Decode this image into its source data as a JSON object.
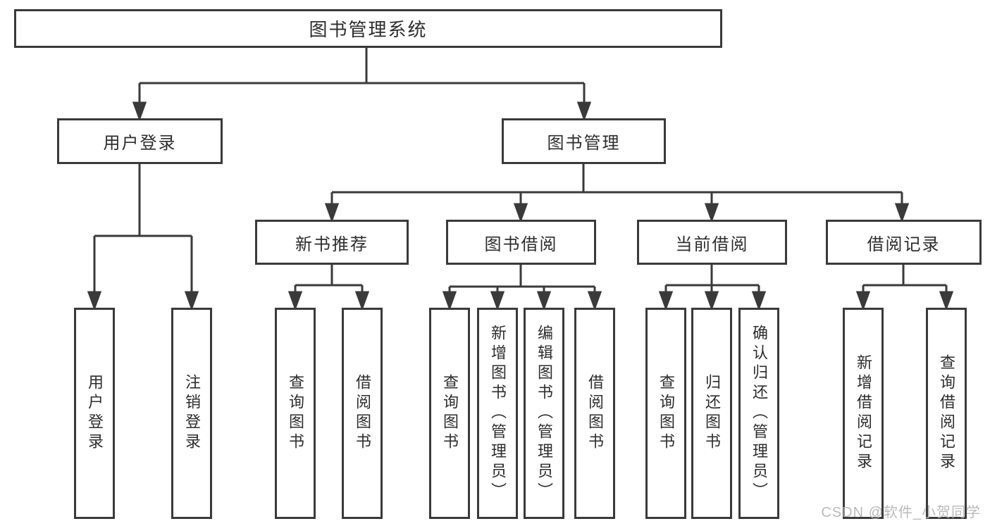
{
  "diagram": {
    "type": "hierarchy-tree",
    "line_color": "#3a3a3a",
    "text_color": "#2d2d2d",
    "box_fill": "#ffffff"
  },
  "tree": {
    "root": {
      "label": "图书管理系统",
      "children": [
        {
          "label": "用户登录",
          "children": [
            {
              "label": "用户登录"
            },
            {
              "label": "注销登录"
            }
          ]
        },
        {
          "label": "图书管理",
          "children": [
            {
              "label": "新书推荐",
              "children": [
                {
                  "label": "查询图书"
                },
                {
                  "label": "借阅图书"
                }
              ]
            },
            {
              "label": "图书借阅",
              "children": [
                {
                  "label": "查询图书"
                },
                {
                  "label": "新增图书（管理员）"
                },
                {
                  "label": "编辑图书（管理员）"
                },
                {
                  "label": "借阅图书"
                }
              ]
            },
            {
              "label": "当前借阅",
              "children": [
                {
                  "label": "查询图书"
                },
                {
                  "label": "归还图书"
                },
                {
                  "label": "确认归还（管理员）"
                }
              ]
            },
            {
              "label": "借阅记录",
              "children": [
                {
                  "label": "新增借阅记录"
                },
                {
                  "label": "查询借阅记录"
                }
              ]
            }
          ]
        }
      ]
    }
  },
  "watermark": "CSDN @软件_小贺同学"
}
